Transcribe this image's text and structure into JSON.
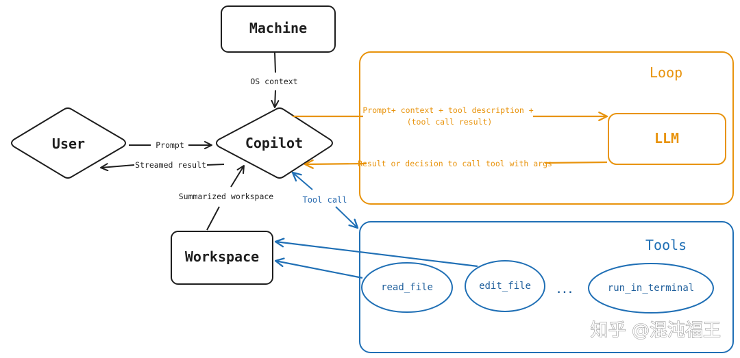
{
  "colors": {
    "ink": "#1e1e1e",
    "loop": "#e8930c",
    "tools": "#1f6fb5"
  },
  "nodes": {
    "machine": "Machine",
    "copilot": "Copilot",
    "user": "User",
    "workspace": "Workspace",
    "llm": "LLM"
  },
  "groups": {
    "loop": "Loop",
    "tools": "Tools"
  },
  "tools": {
    "read_file": "read_file",
    "edit_file": "edit_file",
    "ellipsis": "...",
    "run_in_terminal": "run_in_terminal"
  },
  "edges": {
    "os_context": "OS context",
    "prompt": "Prompt",
    "streamed_result": "Streamed result",
    "summarized_workspace": "Summarized workspace",
    "tool_call": "Tool call",
    "prompt_to_llm_line1": "Prompt+ context + tool description +",
    "prompt_to_llm_line2": "(tool call result)",
    "llm_result": "Result or decision to call tool with args"
  },
  "watermark": "知乎 @混沌福王"
}
